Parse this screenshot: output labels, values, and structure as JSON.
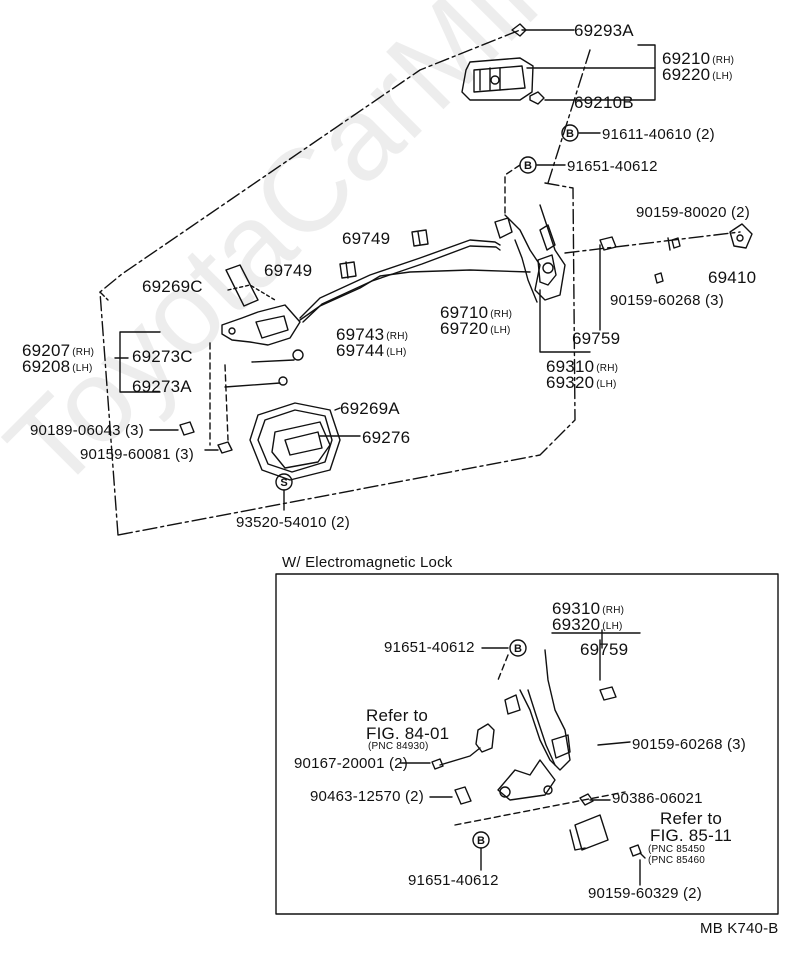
{
  "watermark": "ToyotaCarMine.ru",
  "header_lock": "W/ Electromagnetic Lock",
  "diagram_code": "MB  K740-B",
  "circle_letters": {
    "b": "B",
    "s": "S"
  },
  "labels": {
    "p69293A": "69293A",
    "p69210": "69210",
    "p69220": "69220",
    "p69210B": "69210B",
    "p91611_40610": "91611-40610 (2)",
    "p91651_40612_top": "91651-40612",
    "p90159_80020": "90159-80020 (2)",
    "p69410": "69410",
    "p90159_60268_top": "90159-60268 (3)",
    "p69749_a": "69749",
    "p69749_b": "69749",
    "p69269C": "69269C",
    "p69743": "69743",
    "p69744": "69744",
    "p69710": "69710",
    "p69720": "69720",
    "p69759_top": "69759",
    "p69207": "69207",
    "p69208": "69208",
    "p69273C": "69273C",
    "p69273A": "69273A",
    "p69310_top": "69310",
    "p69320_top": "69320",
    "p69269A": "69269A",
    "p90189_06043": "90189-06043 (3)",
    "p69276": "69276",
    "p90159_60081": "90159-60081 (3)",
    "p93520_54010": "93520-54010 (2)",
    "p69310_box": "69310",
    "p69320_box": "69320",
    "p91651_40612_box": "91651-40612",
    "p69759_box": "69759",
    "refer_to_1": "Refer to",
    "fig_84": "FIG. 84-01",
    "pnc_84930": "(PNC 84930)",
    "p90167_20001": "90167-20001 (2)",
    "p90159_60268_box": "90159-60268 (3)",
    "p90463_12570": "90463-12570 (2)",
    "p90386_06021": "90386-06021",
    "refer_to_2": "Refer to",
    "fig_85": "FIG. 85-11",
    "pnc_85450": "(PNC 85450",
    "pnc_85460": "(PNC 85460",
    "p91651_40612_bottom": "91651-40612",
    "p90159_60329": "90159-60329 (2)"
  },
  "side": {
    "rh": "(RH)",
    "lh": "(LH)"
  }
}
